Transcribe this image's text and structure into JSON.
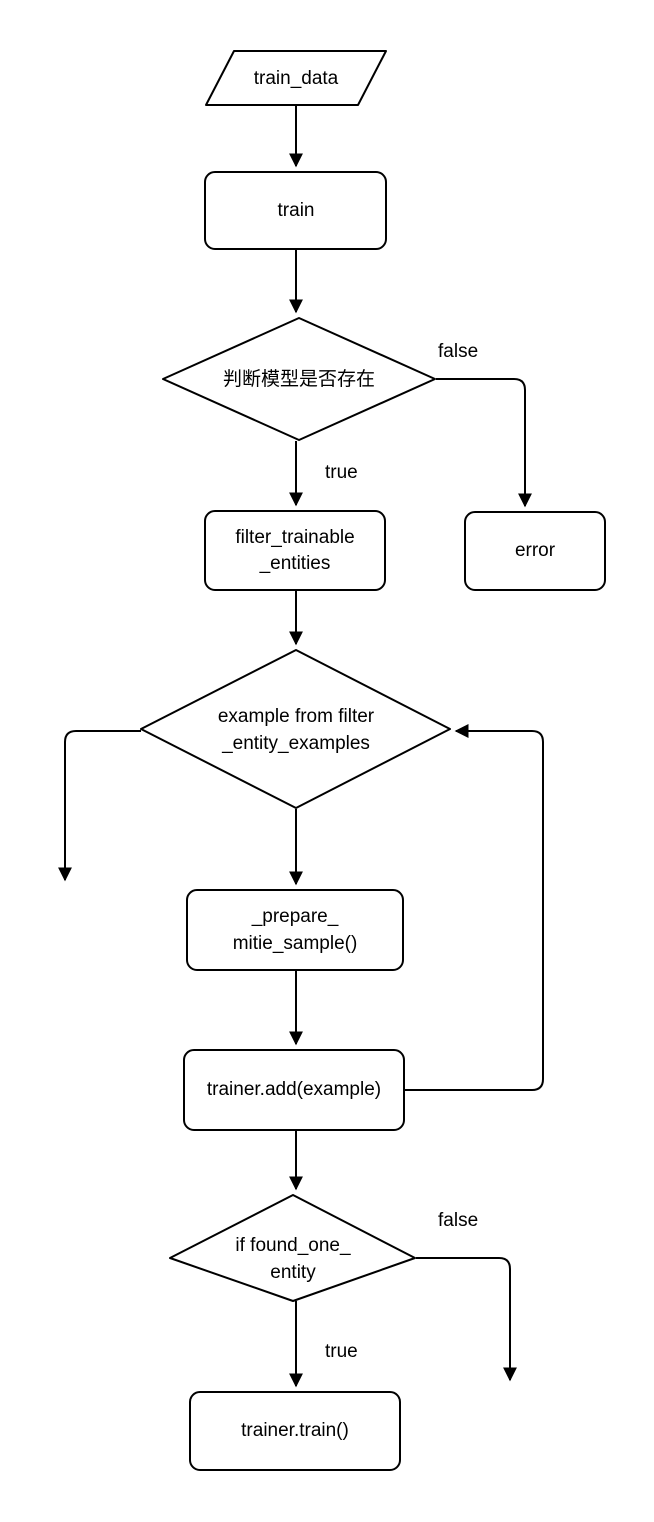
{
  "diagram": {
    "title": "MITIE entity extractor train flowchart",
    "background_color": "#ffffff",
    "stroke_color": "#000000",
    "fill_color": "#ffffff",
    "nodes": [
      {
        "id": "train_data",
        "shape": "parallelogram",
        "label": "train_data"
      },
      {
        "id": "train",
        "shape": "rounded-rect",
        "label": "train"
      },
      {
        "id": "model_exists",
        "shape": "diamond",
        "label": "判断模型是否存在"
      },
      {
        "id": "error",
        "shape": "rounded-rect",
        "label": "error"
      },
      {
        "id": "filter_trainable",
        "shape": "rounded-rect",
        "label_line1": "filter_trainable",
        "label_line2": "_entities"
      },
      {
        "id": "example_loop",
        "shape": "diamond",
        "label_line1": "example from filter",
        "label_line2": "_entity_examples"
      },
      {
        "id": "prepare_mitie",
        "shape": "rounded-rect",
        "label_line1": "_prepare_",
        "label_line2": "mitie_sample()"
      },
      {
        "id": "trainer_add",
        "shape": "rounded-rect",
        "label": "trainer.add(example)"
      },
      {
        "id": "found_one_entity",
        "shape": "diamond",
        "label_line1": "if found_one_",
        "label_line2": "entity"
      },
      {
        "id": "trainer_train",
        "shape": "rounded-rect",
        "label": "trainer.train()"
      }
    ],
    "edge_labels": {
      "model_exists_false": "false",
      "model_exists_true": "true",
      "found_one_entity_false": "false",
      "found_one_entity_true": "true"
    }
  }
}
